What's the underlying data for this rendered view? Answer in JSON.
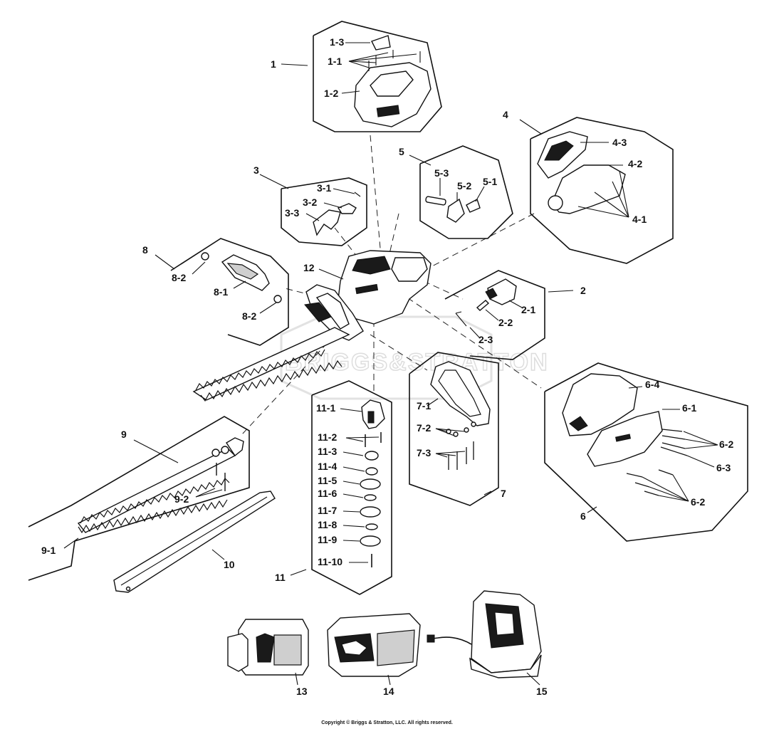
{
  "watermark": "BRIGGS&STRATTON",
  "copyright": "Copyright © Briggs & Stratton, LLC. All rights reserved.",
  "callouts": {
    "g1": "1",
    "g1_1": "1-1",
    "g1_2": "1-2",
    "g1_3": "1-3",
    "g2": "2",
    "g2_1": "2-1",
    "g2_2": "2-2",
    "g2_3": "2-3",
    "g3": "3",
    "g3_1": "3-1",
    "g3_2": "3-2",
    "g3_3": "3-3",
    "g4": "4",
    "g4_1": "4-1",
    "g4_2": "4-2",
    "g4_3": "4-3",
    "g5": "5",
    "g5_1": "5-1",
    "g5_2": "5-2",
    "g5_3": "5-3",
    "g6": "6",
    "g6_1": "6-1",
    "g6_2a": "6-2",
    "g6_2b": "6-2",
    "g6_3": "6-3",
    "g6_4": "6-4",
    "g7": "7",
    "g7_1": "7-1",
    "g7_2": "7-2",
    "g7_3": "7-3",
    "g8": "8",
    "g8_1": "8-1",
    "g8_2a": "8-2",
    "g8_2b": "8-2",
    "g9": "9",
    "g9_1": "9-1",
    "g9_2": "9-2",
    "g10": "10",
    "g11": "11",
    "g11_1": "11-1",
    "g11_2": "11-2",
    "g11_3": "11-3",
    "g11_4": "11-4",
    "g11_5": "11-5",
    "g11_6": "11-6",
    "g11_7": "11-7",
    "g11_8": "11-8",
    "g11_9": "11-9",
    "g11_10": "11-10",
    "g12": "12",
    "g13": "13",
    "g14": "14",
    "g15": "15"
  }
}
